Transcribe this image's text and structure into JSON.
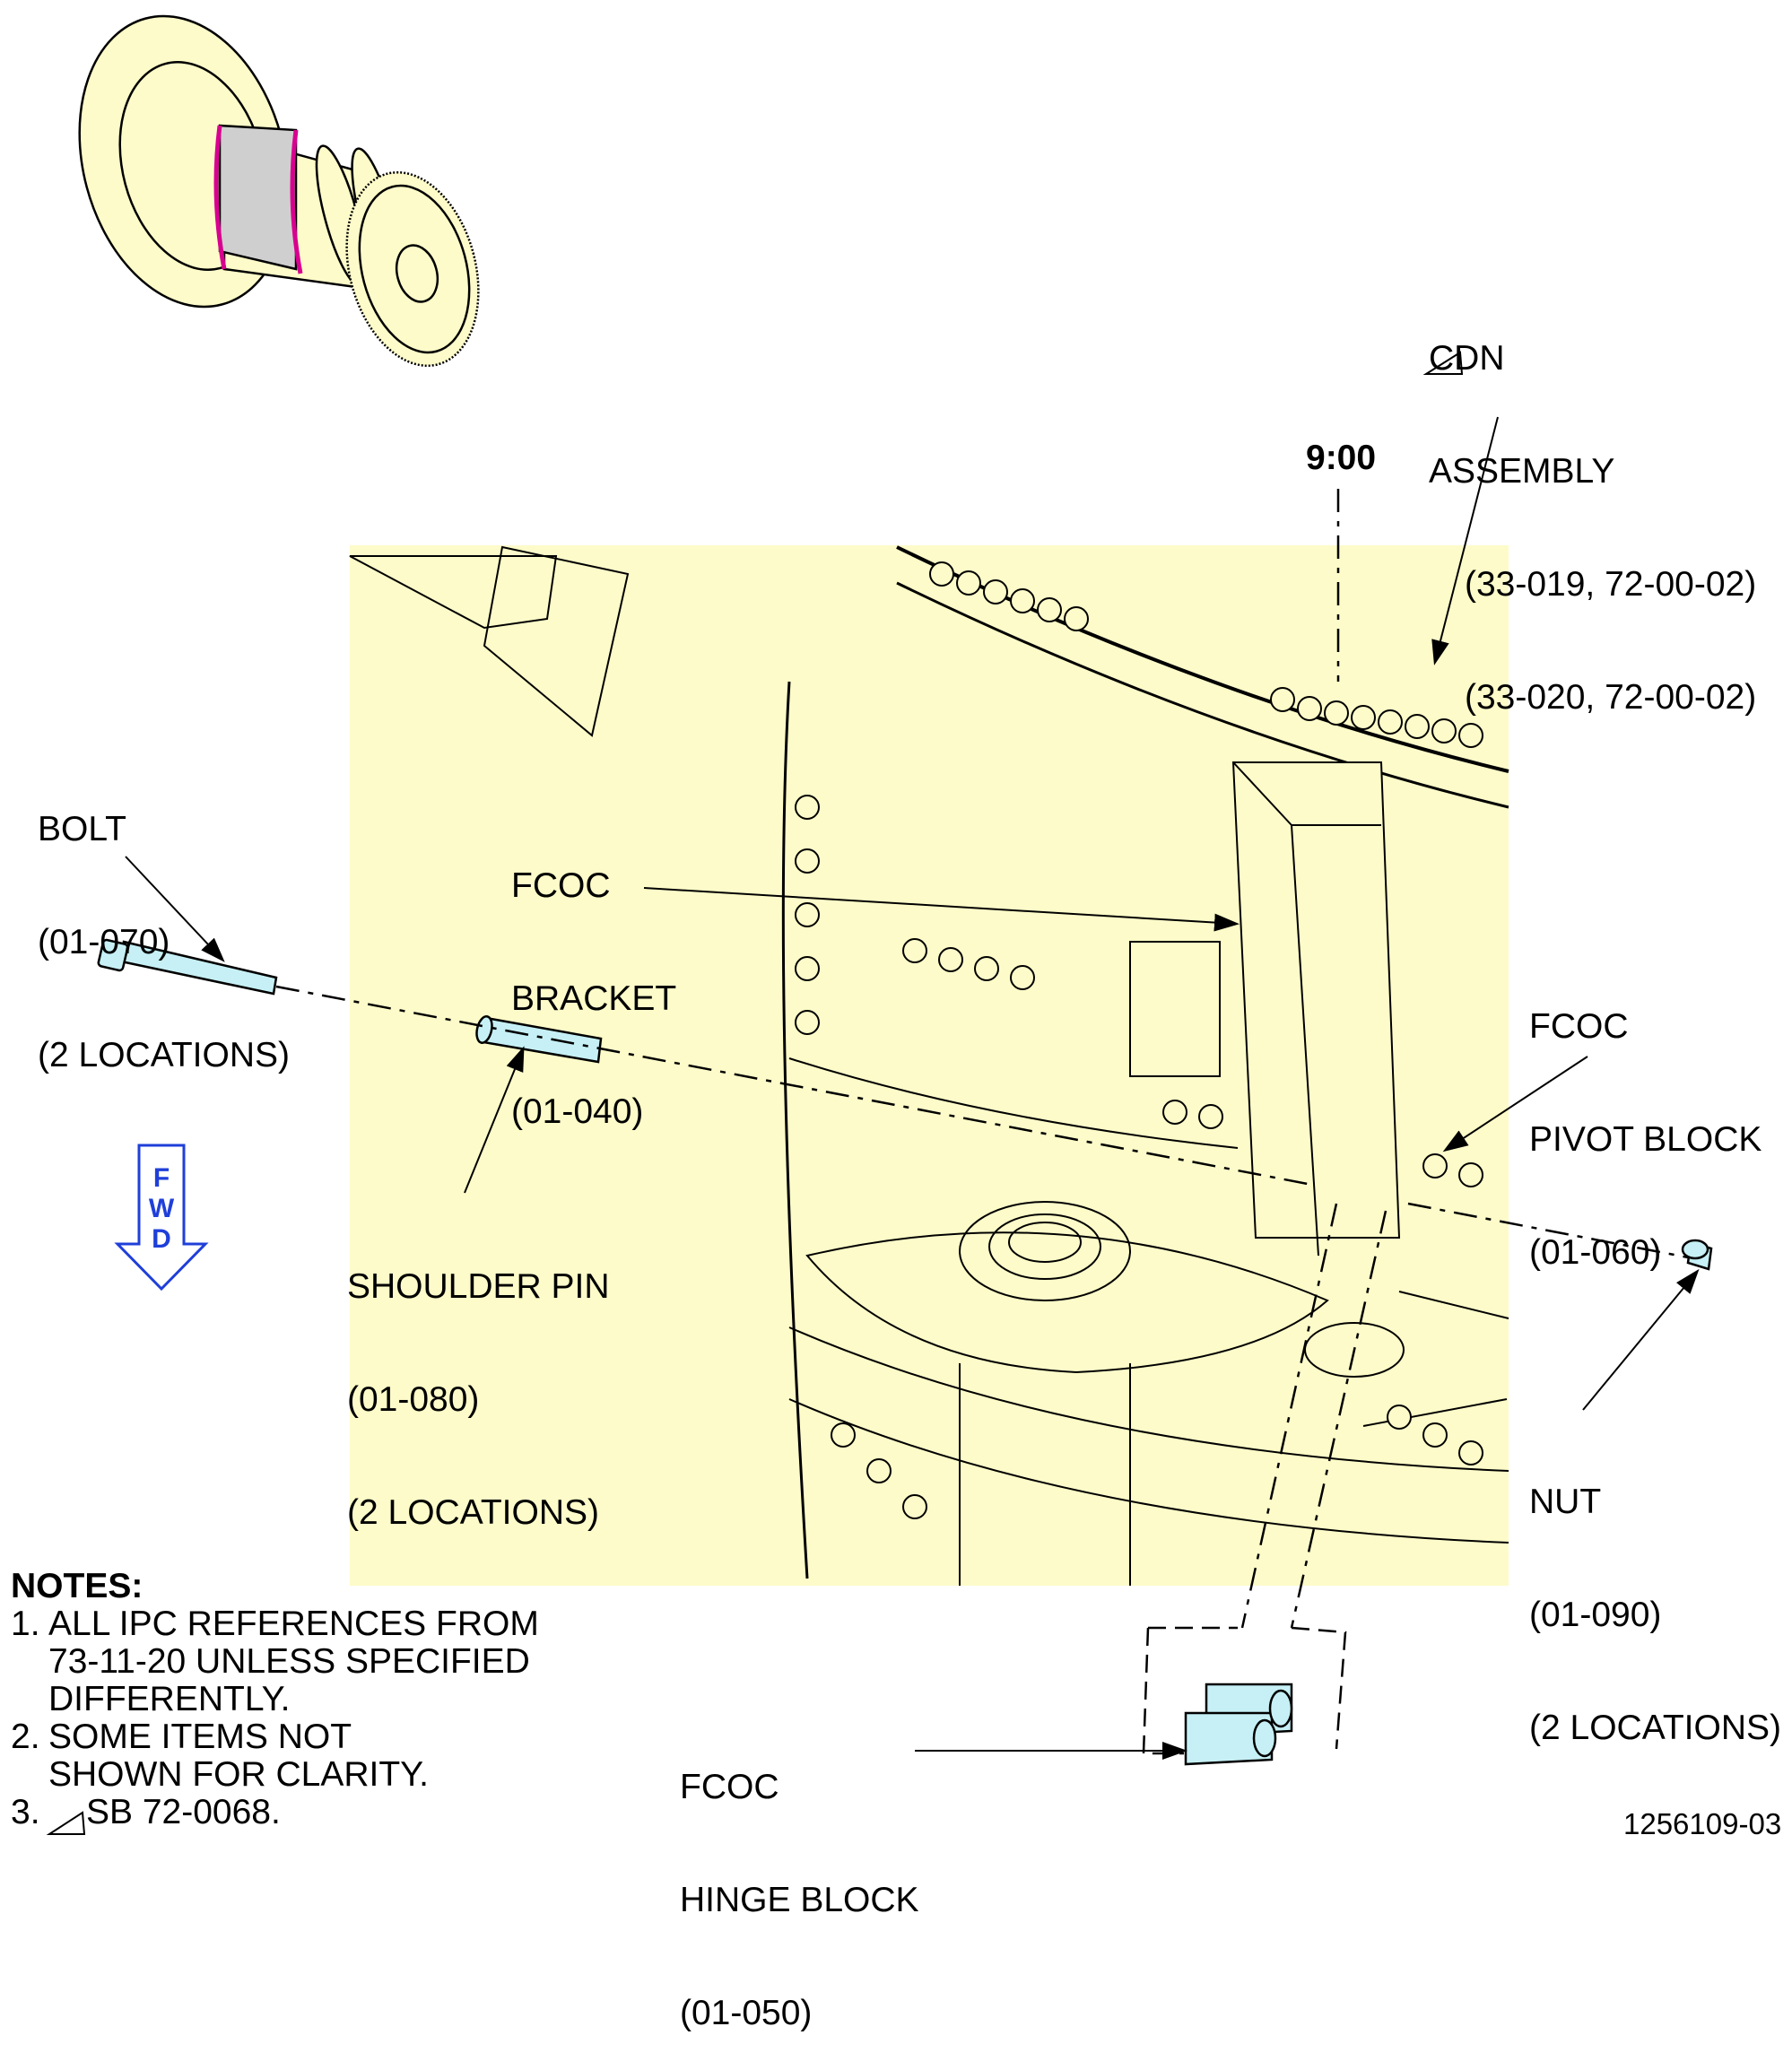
{
  "labels": {
    "cdn_assembly": [
      "CDN",
      "ASSEMBLY",
      "(33-019, 72-00-02)",
      "(33-020, 72-00-02)"
    ],
    "clock_position": "9:00",
    "bolt": [
      "BOLT",
      "(01-070)",
      "(2 LOCATIONS)"
    ],
    "fcoc_bracket": [
      "FCOC",
      "BRACKET",
      "(01-040)"
    ],
    "fcoc_pivot_block": [
      "FCOC",
      "PIVOT BLOCK",
      "(01-060)"
    ],
    "shoulder_pin": [
      "SHOULDER PIN",
      "(01-080)",
      "(2 LOCATIONS)"
    ],
    "nut": [
      "NUT",
      "(01-090)",
      "(2 LOCATIONS)"
    ],
    "fcoc_hinge_block": [
      "FCOC",
      "HINGE BLOCK",
      "(01-050)"
    ],
    "fwd": [
      "F",
      "W",
      "D"
    ]
  },
  "notes": {
    "title": "NOTES:",
    "items": [
      {
        "num": "1.",
        "text": "ALL IPC REFERENCES FROM\n73-11-20 UNLESS SPECIFIED\nDIFFERENTLY."
      },
      {
        "num": "2.",
        "text": "SOME ITEMS NOT\nSHOWN FOR CLARITY."
      },
      {
        "num": "3.",
        "text": "SB 72-0068."
      }
    ]
  },
  "figure_id": "1256109-03",
  "colors": {
    "component_fill": "#fdfbc9",
    "part_highlight": "#c6f0f5",
    "seal_highlight": "#d8008f",
    "fwd_arrow": "#1f3fd9"
  },
  "icons": [
    "effectivity-triangle-icon",
    "fwd-arrow-icon"
  ]
}
